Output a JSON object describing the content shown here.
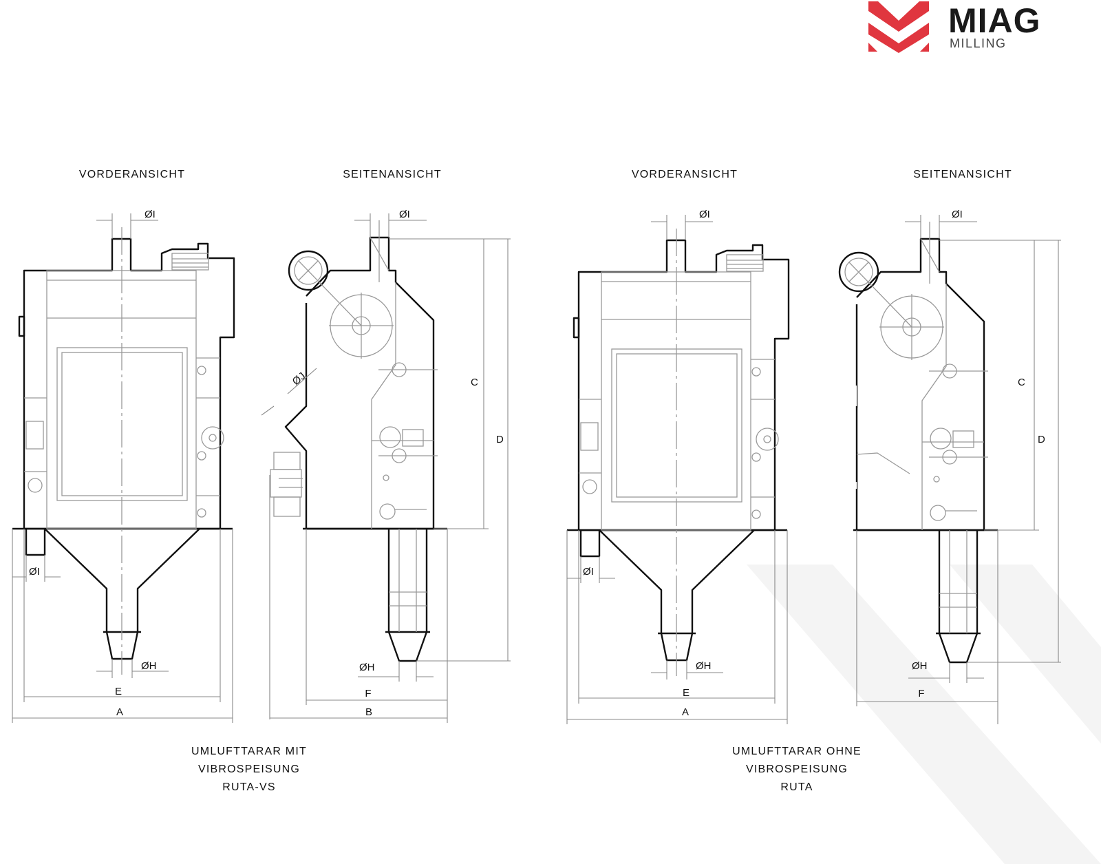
{
  "logo": {
    "name": "MIAG",
    "subtitle": "MILLING",
    "accent": "#e0363f"
  },
  "views": [
    {
      "title": "VORDERANSICHT",
      "dims": {
        "i_top": "ØI",
        "i_bottom": "ØI",
        "h": "ØH",
        "e": "E",
        "a": "A"
      }
    },
    {
      "title": "SEITENANSICHT",
      "dims": {
        "i_top": "ØI",
        "j": "ØJ",
        "c": "C",
        "d": "D",
        "h": "ØH",
        "f": "F",
        "b": "B"
      }
    },
    {
      "title": "VORDERANSICHT",
      "dims": {
        "i_top": "ØI",
        "i_bottom": "ØI",
        "h": "ØH",
        "e": "E",
        "a": "A"
      }
    },
    {
      "title": "SEITENANSICHT",
      "dims": {
        "i_top": "ØI",
        "c": "C",
        "d": "D",
        "h": "ØH",
        "f": "F"
      }
    }
  ],
  "captions": [
    {
      "lines": [
        "UMLUFTTARAR MIT",
        "VIBROSPEISUNG",
        "RUTA-VS"
      ]
    },
    {
      "lines": [
        "UMLUFTTARAR OHNE",
        "VIBROSPEISUNG",
        "RUTA"
      ]
    }
  ]
}
